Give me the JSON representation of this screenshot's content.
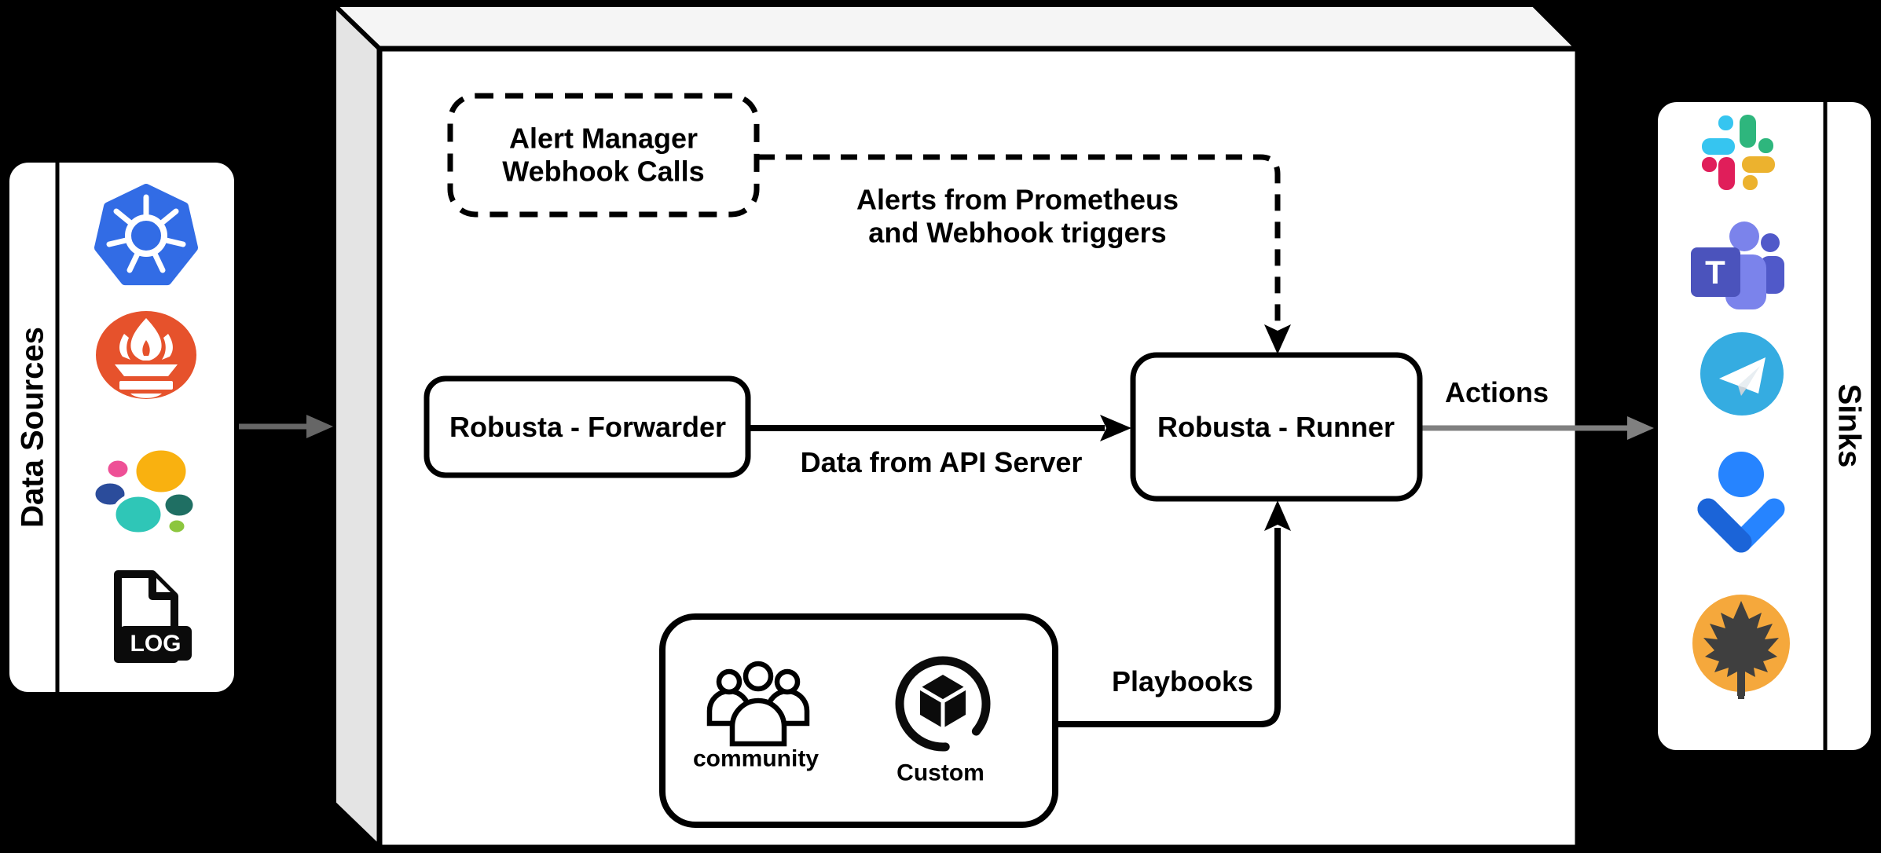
{
  "diagram": {
    "left_panel": {
      "label": "Data Sources",
      "icons": [
        {
          "name": "kubernetes"
        },
        {
          "name": "prometheus"
        },
        {
          "name": "elasticsearch"
        },
        {
          "name": "log-file"
        }
      ],
      "log_badge_text": "LOG"
    },
    "right_panel": {
      "label": "Sinks",
      "icons": [
        {
          "name": "slack"
        },
        {
          "name": "microsoft-teams"
        },
        {
          "name": "telegram"
        },
        {
          "name": "opsgenie"
        },
        {
          "name": "oak-leaf"
        }
      ],
      "teams_letter": "T"
    },
    "nodes": {
      "alert_manager": {
        "line1": "Alert Manager",
        "line2": "Webhook Calls"
      },
      "forwarder": {
        "label": "Robusta - Forwarder"
      },
      "runner": {
        "label": "Robusta - Runner"
      },
      "playbooks": {
        "community_label": "community",
        "custom_label": "Custom"
      }
    },
    "edges": {
      "alerts": {
        "line1": "Alerts from Prometheus",
        "line2": "and Webhook triggers"
      },
      "data_label": "Data from API Server",
      "actions_label": "Actions",
      "playbooks_label": "Playbooks"
    },
    "colors": {
      "background": "#000000",
      "box_front": "#ffffff",
      "box_top": "#f5f5f5",
      "box_side": "#e4e4e4",
      "stroke": "#000000",
      "gray_arrow": "#666666",
      "actions_arrow": "#808080",
      "kubernetes_blue": "#326CE5",
      "prometheus_orange": "#E6522C",
      "slack_blue": "#36C5F0",
      "slack_green": "#2EB67D",
      "slack_red": "#E01E5A",
      "slack_yellow": "#ECB22E",
      "teams_purple": "#4B53BC",
      "telegram_blue": "#35ACE1",
      "opsgenie_blue": "#2684FF",
      "leaf_orange": "#F5A83C"
    }
  }
}
